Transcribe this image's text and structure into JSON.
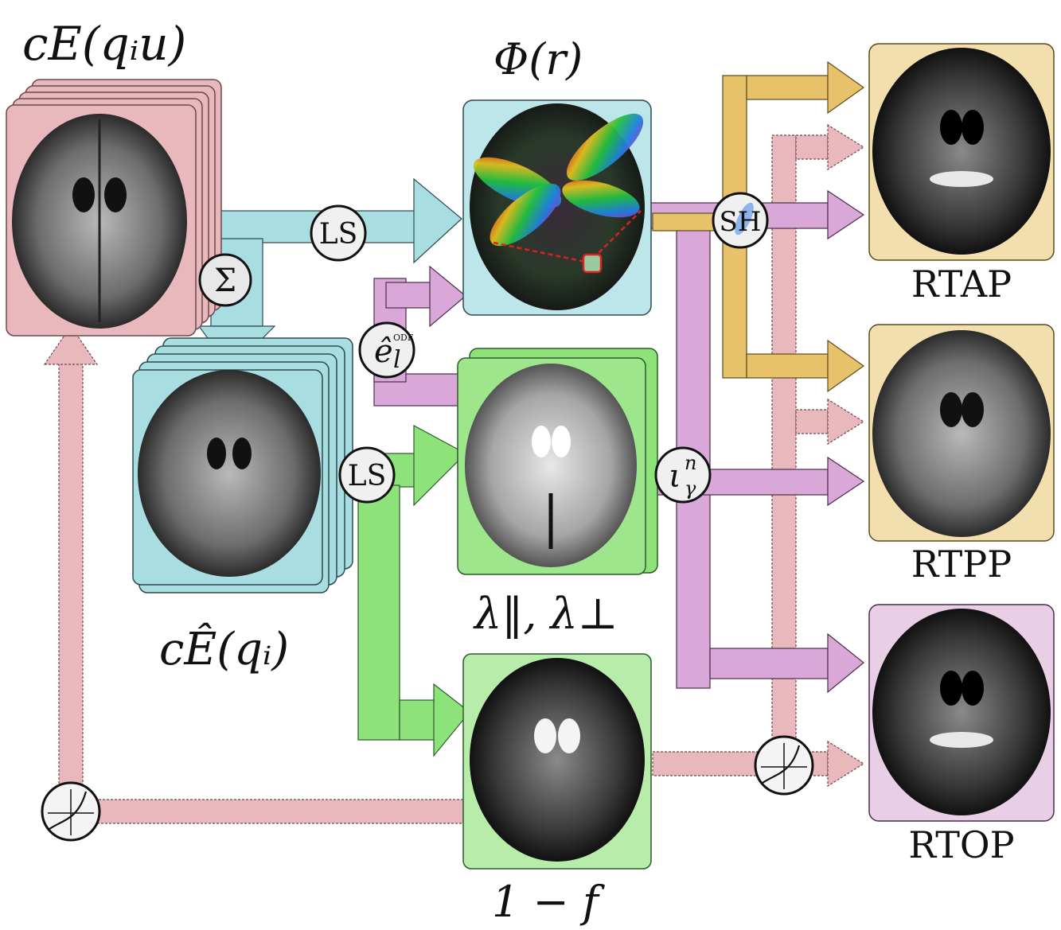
{
  "labels": {
    "signal_top": "cE(qᵢu)",
    "signal_mean": "cÊ(qᵢ)",
    "odf_field": "Φ(r)",
    "diffusivities": "λ‖, λ⊥",
    "volume_fraction": "1 − f",
    "rtap": "RTAP",
    "rtpp": "RTPP",
    "rtop": "RTOP"
  },
  "nodes": {
    "ls_upper": "LS",
    "ls_lower": "LS",
    "sum": "Σ",
    "sh": "SH",
    "odf_coef": "ê",
    "odf_coef_sub": "l",
    "odf_coef_sup": "ODF",
    "iota": "ι",
    "iota_sup": "n",
    "iota_sub": "γ"
  },
  "colors": {
    "pink": "#e8b8bd",
    "cyan": "#a8dde2",
    "green": "#8ee27a",
    "mauve": "#d9a8d8",
    "gold": "#e8c26a"
  }
}
